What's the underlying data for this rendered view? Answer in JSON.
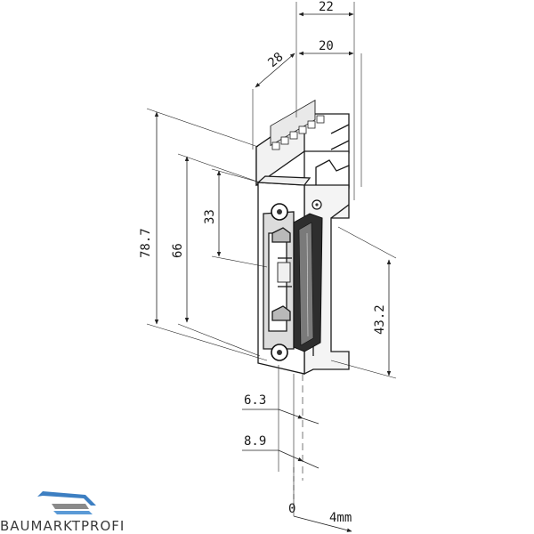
{
  "dimensions": {
    "d22": "22",
    "d28": "28",
    "d20": "20",
    "d78_7": "78.7",
    "d66": "66",
    "d33": "33",
    "d43_2": "43.2",
    "d6_3": "6.3",
    "d8_9": "8.9",
    "d0": "0",
    "d4mm": "4mm"
  },
  "brand": {
    "name": "BAUMARKTPROFI",
    "logo_colors": [
      "#3d7fc2",
      "#8a8a8a"
    ]
  },
  "colors": {
    "line": "#222222",
    "body_fill": "#ffffff",
    "shade": "#cfcfcf",
    "dark": "#2a2a2a"
  }
}
